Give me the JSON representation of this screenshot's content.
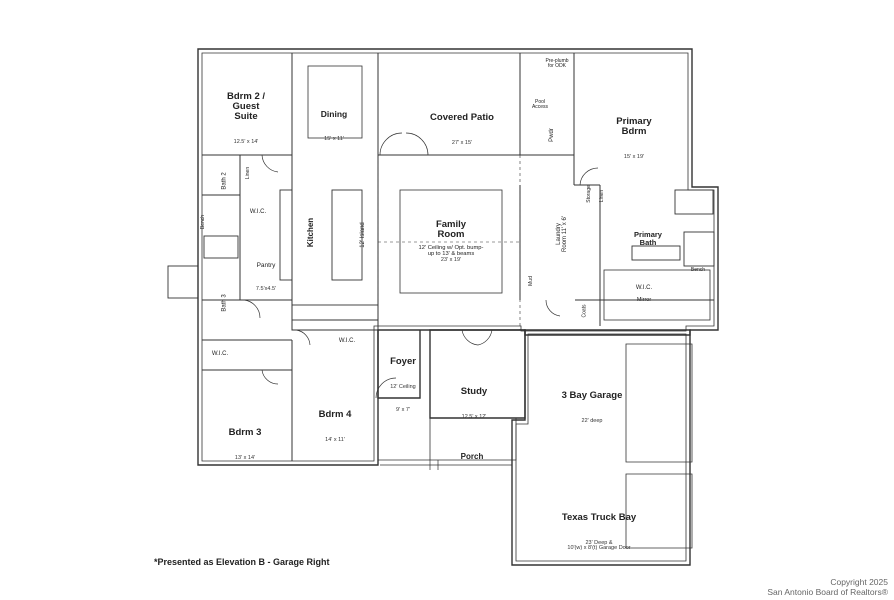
{
  "rooms": {
    "bdrm2": {
      "name": "Bdrm 2 /\nGuest\nSuite",
      "dim": "12.5' x 14'"
    },
    "dining": {
      "name": "Dining",
      "dim": "15' x 11'"
    },
    "covered_patio": {
      "name": "Covered Patio",
      "dim": "27' x 15'"
    },
    "primary_bdrm": {
      "name": "Primary\nBdrm",
      "dim": "15' x 19'"
    },
    "family_room": {
      "name": "Family\nRoom",
      "dim": "23' x 19'",
      "note": "12' Ceiling w/ Opt. bump-\nup to 13' & beams"
    },
    "primary_bath": {
      "name": "Primary\nBath"
    },
    "pantry": {
      "name": "Pantry",
      "dim": "7.5'x4.5'"
    },
    "kitchen": {
      "name": "Kitchen"
    },
    "island": {
      "name": "12' Island"
    },
    "laundry": {
      "name": "Laundry\nRoom",
      "dim": "11' x 6'"
    },
    "primary_wic": {
      "name": "W.I.C."
    },
    "bdrm3": {
      "name": "Bdrm 3",
      "dim": "13' x 14'"
    },
    "bdrm4": {
      "name": "Bdrm 4",
      "dim": "14' x 11'"
    },
    "foyer": {
      "name": "Foyer",
      "ceiling": "12' Ceiling",
      "dim": "9' x 7'"
    },
    "study": {
      "name": "Study",
      "dim": "12.5' x 12'"
    },
    "porch": {
      "name": "Porch"
    },
    "garage": {
      "name": "3 Bay Garage",
      "dim": "22' deep"
    },
    "truck_bay": {
      "name": "Texas Truck Bay",
      "dim": "23' Deep &\n10'(w) x 8'(t) Garage Door"
    }
  },
  "small_labels": {
    "bath2": "Bath 2",
    "bath3": "Bath 3",
    "wic_bdrm2": "W.I.C.",
    "wic_bdrm3": "W.I.C.",
    "wic_bdrm4": "W.I.C.",
    "bench_bdrm2": "Bench",
    "linen_bdrm2": "Linen",
    "linen_primary": "Linen",
    "storage_primary": "Storage",
    "pwdr": "Pwdr",
    "pool_access": "Pool\nAccess",
    "pre_plumb": "Pre-plumb\nfor ODK",
    "mud": "Mud",
    "coats": "Coats",
    "mirror": "Mirror",
    "bench_primary": "Bench"
  },
  "note": "*Presented as Elevation B - Garage Right",
  "copyright": "Copyright 2025\nSan Antonio Board of Realtors®"
}
